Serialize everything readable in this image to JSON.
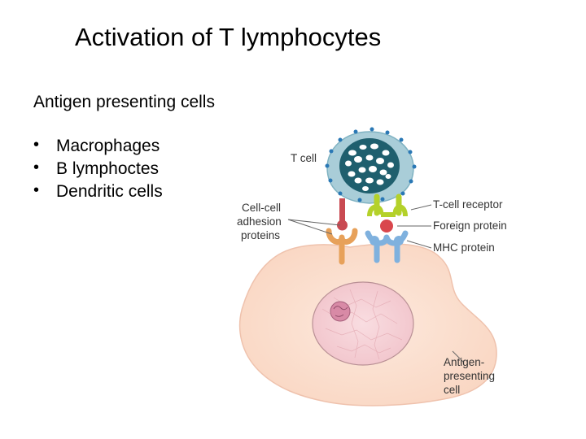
{
  "slide": {
    "title": "Activation of T lymphocytes",
    "subtitle": "Antigen presenting cells",
    "bullets": [
      "Macrophages",
      "B lymphoctes",
      "Dendritic cells"
    ]
  },
  "figure": {
    "labels": {
      "t_cell": "T cell",
      "adhesion_line1": "Cell-cell",
      "adhesion_line2": "adhesion",
      "adhesion_line3": "proteins",
      "t_cell_receptor": "T-cell receptor",
      "foreign_protein": "Foreign protein",
      "mhc_protein": "MHC protein",
      "apc_line1": "Antigen-",
      "apc_line2": "presenting",
      "apc_line3": "cell"
    },
    "colors": {
      "t_cell_body": "#a9cdd8",
      "t_cell_nucleus": "#1f5f6e",
      "t_cell_dots": "#2a78b5",
      "adhesion_red": "#c94a52",
      "adhesion_orange": "#e7a15a",
      "receptor_green": "#b4d12a",
      "foreign_red": "#d9474d",
      "mhc_blue": "#7fb1de",
      "apc_body": "#fbe0cf",
      "apc_nucleus": "#f6d2d6",
      "apc_nucleolus": "#d88aa6"
    }
  }
}
